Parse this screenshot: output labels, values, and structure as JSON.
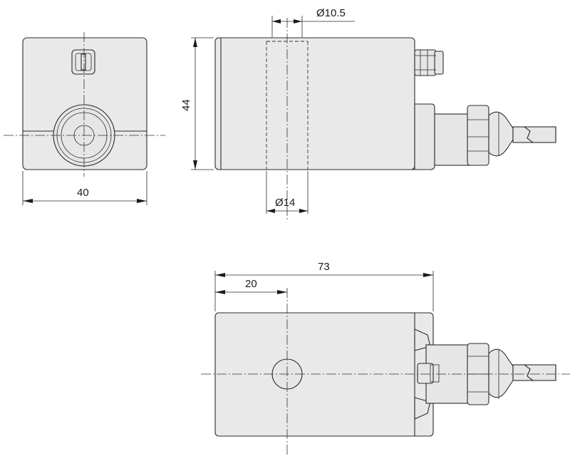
{
  "dimensions": {
    "width": "40",
    "height": "44",
    "hole_small": "Ø10.5",
    "hole_large": "Ø14",
    "total_length": "73",
    "hole_offset": "20"
  }
}
